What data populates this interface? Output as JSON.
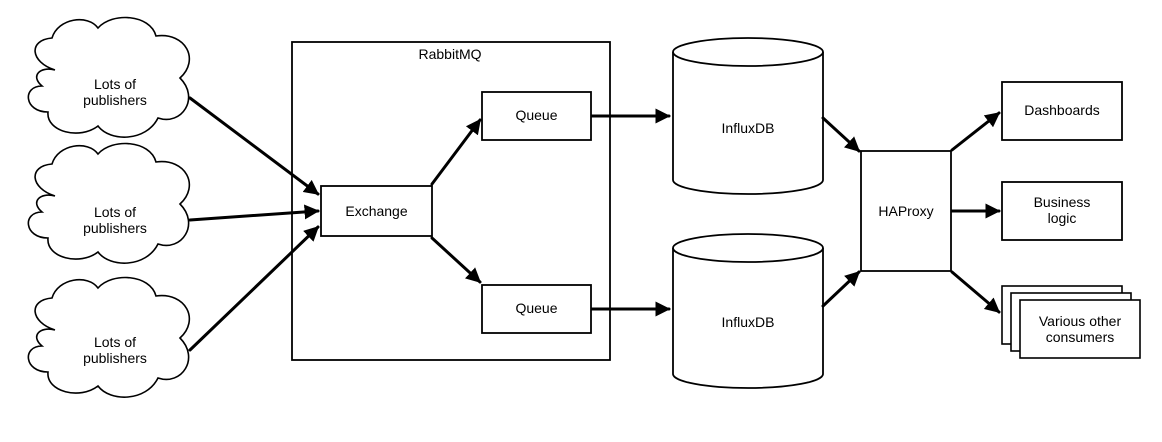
{
  "publishers": [
    {
      "line1": "Lots of",
      "line2": "publishers"
    },
    {
      "line1": "Lots of",
      "line2": "publishers"
    },
    {
      "line1": "Lots of",
      "line2": "publishers"
    }
  ],
  "rabbitmq": {
    "title": "RabbitMQ"
  },
  "exchange": {
    "label": "Exchange"
  },
  "queues": [
    {
      "label": "Queue"
    },
    {
      "label": "Queue"
    }
  ],
  "databases": [
    {
      "label": "InfluxDB"
    },
    {
      "label": "InfluxDB"
    }
  ],
  "haproxy": {
    "label": "HAProxy"
  },
  "consumers": {
    "dashboards": {
      "label": "Dashboards"
    },
    "business_logic": {
      "line1": "Business",
      "line2": "logic"
    },
    "various": {
      "line1": "Various other",
      "line2": "consumers"
    }
  }
}
